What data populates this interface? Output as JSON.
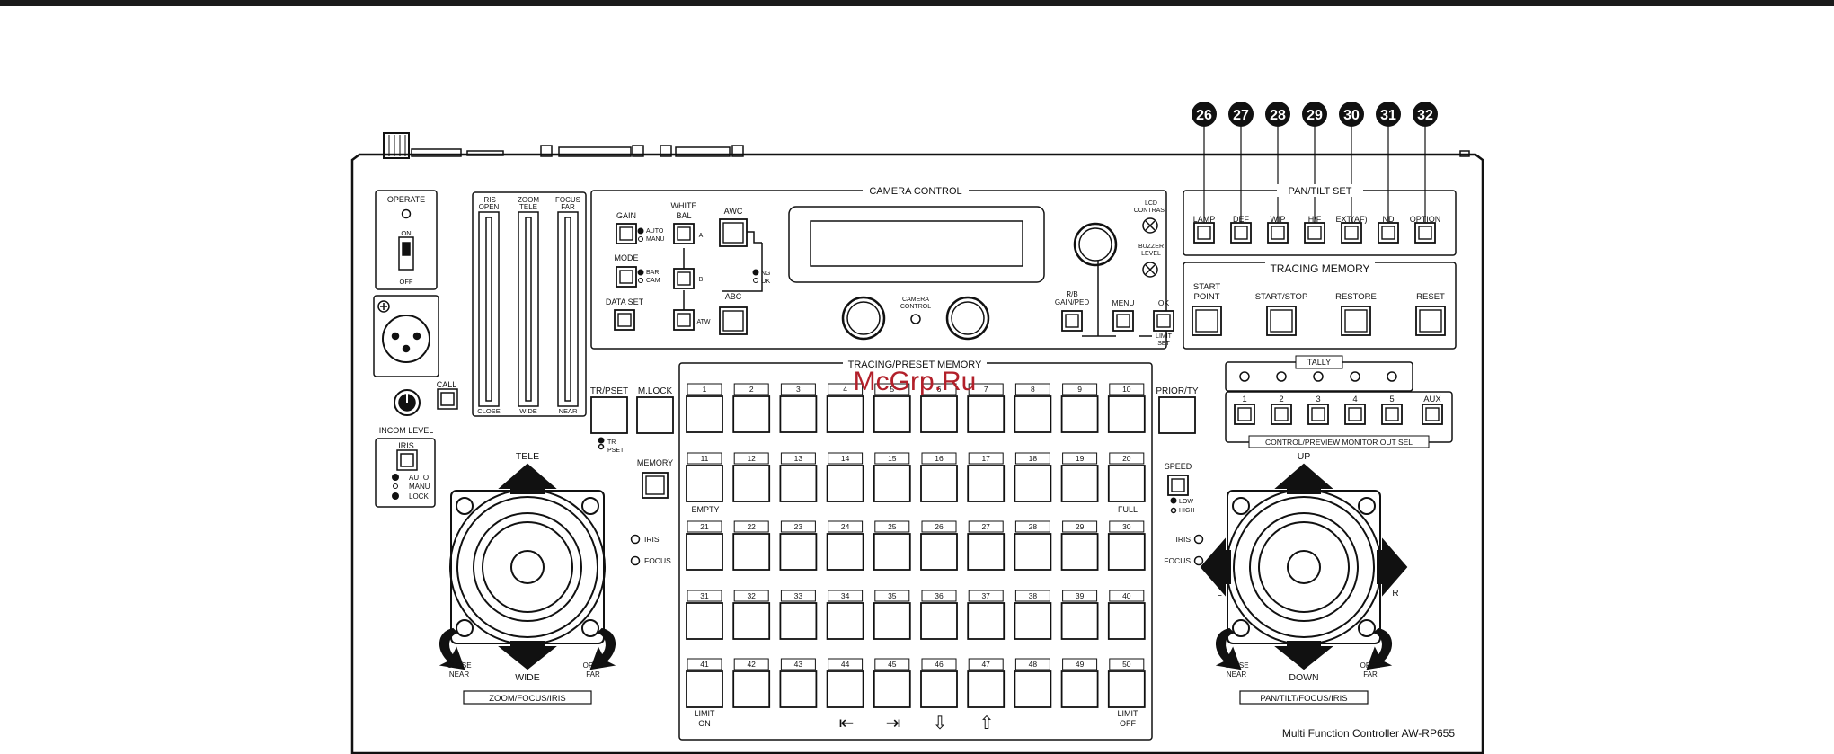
{
  "callouts": [
    "26",
    "27",
    "28",
    "29",
    "30",
    "31",
    "32"
  ],
  "sections": {
    "camera_control": "CAMERA CONTROL",
    "pan_tilt_set": "PAN/TILT SET",
    "tracing_memory": "TRACING MEMORY",
    "tracing_preset_memory": "TRACING/PRESET MEMORY",
    "tally": "TALLY",
    "monitor_out_sel": "CONTROL/PREVIEW MONITOR OUT SEL",
    "zoom_focus_iris": "ZOOM/FOCUS/IRIS",
    "pan_tilt_focus_iris": "PAN/TILT/FOCUS/IRIS"
  },
  "left_panel": {
    "operate": "OPERATE",
    "on": "ON",
    "off": "OFF",
    "call": "CALL",
    "incom_level": "INCOM LEVEL",
    "iris": "IRIS",
    "iris_modes": [
      "AUTO",
      "MANU",
      "LOCK"
    ]
  },
  "meters": [
    {
      "top": [
        "IRIS",
        "OPEN"
      ],
      "bottom": "CLOSE"
    },
    {
      "top": [
        "ZOOM",
        "TELE"
      ],
      "bottom": "WIDE"
    },
    {
      "top": [
        "FOCUS",
        "FAR"
      ],
      "bottom": "NEAR"
    }
  ],
  "camera": {
    "gain": "GAIN",
    "gain_modes": [
      "AUTO",
      "MANU"
    ],
    "mode": "MODE",
    "mode_modes": [
      "BAR",
      "CAM"
    ],
    "data_set": "DATA SET",
    "white_bal": [
      "WHITE",
      "BAL"
    ],
    "wb_a": "A",
    "wb_b": "B",
    "wb_atw": "ATW",
    "awc": "AWC",
    "abc": "ABC",
    "ng_ok": [
      "NG",
      "OK"
    ],
    "camera_ctrl_led": [
      "CAMERA",
      "CONTROL"
    ],
    "lcd_contrast": [
      "LCD",
      "CONTRAST"
    ],
    "buzzer_level": [
      "BUZZER",
      "LEVEL"
    ],
    "rb_gain_ped": [
      "R/B",
      "GAIN/PED"
    ],
    "menu": "MENU",
    "ok": "OK",
    "limit_set": [
      "LIMIT",
      "SET"
    ]
  },
  "pan_tilt_buttons": [
    "LAMP",
    "DEF",
    "WIP",
    "H/F",
    "EXT(AF)",
    "ND",
    "OPTION"
  ],
  "tracing_buttons": [
    [
      "START",
      "POINT"
    ],
    [
      "START/STOP"
    ],
    [
      "RESTORE"
    ],
    [
      "RESET"
    ]
  ],
  "monitor_buttons": [
    "1",
    "2",
    "3",
    "4",
    "5",
    "AUX"
  ],
  "mid_labels": {
    "tr_pset": "TR/PSET",
    "m_lock": "M.LOCK",
    "tr_pset_leds": [
      "TR",
      "PSET"
    ],
    "memory": "MEMORY",
    "iris": "IRIS",
    "focus": "FOCUS",
    "priority": "PRIOR/TY",
    "speed": "SPEED",
    "speed_leds": [
      "LOW",
      "HIGH"
    ],
    "empty": "EMPTY",
    "full": "FULL",
    "limit_on": [
      "LIMIT",
      "ON"
    ],
    "limit_off": [
      "LIMIT",
      "OFF"
    ]
  },
  "preset_numbers": [
    "1",
    "2",
    "3",
    "4",
    "5",
    "6",
    "7",
    "8",
    "9",
    "10",
    "11",
    "12",
    "13",
    "14",
    "15",
    "16",
    "17",
    "18",
    "19",
    "20",
    "21",
    "22",
    "23",
    "24",
    "25",
    "26",
    "27",
    "28",
    "29",
    "30",
    "31",
    "32",
    "33",
    "34",
    "35",
    "36",
    "37",
    "38",
    "39",
    "40",
    "41",
    "42",
    "43",
    "44",
    "45",
    "46",
    "47",
    "48",
    "49",
    "50"
  ],
  "bottom_symbols": [
    "⇤",
    "⇥",
    "⇩",
    "⇧"
  ],
  "joystick_left": {
    "tele": "TELE",
    "wide": "WIDE",
    "close_near": [
      "CLOSE",
      "NEAR"
    ],
    "open_far": [
      "OPEN",
      "FAR"
    ]
  },
  "joystick_right": {
    "up": "UP",
    "down": "DOWN",
    "l": "L",
    "r": "R",
    "iris": "IRIS",
    "focus": "FOCUS",
    "close_near": [
      "CLOSE",
      "NEAR"
    ],
    "open_far": [
      "OPEN",
      "FAR"
    ]
  },
  "model_caption": "Multi Function Controller AW-RP655",
  "watermark": "McGrp.Ru"
}
